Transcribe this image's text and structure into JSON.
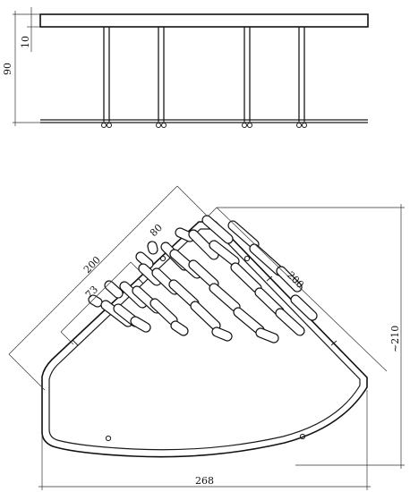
{
  "side_view": {
    "dim_height_label": "90",
    "dim_plate_label": "10"
  },
  "top_view": {
    "dim_left_edge_label": "200",
    "dim_right_edge_label": "200",
    "dim_corner_label": "80",
    "dim_inner_label": "73",
    "dim_width_label": "268",
    "dim_depth_label": "~210"
  },
  "slots": [
    [
      170,
      105,
      171,
      109
    ],
    [
      157,
      117,
      166,
      125
    ],
    [
      122,
      149,
      132,
      158
    ],
    [
      104,
      165,
      109,
      168
    ],
    [
      201,
      90,
      212,
      95
    ],
    [
      185,
      106,
      206,
      127
    ],
    [
      160,
      130,
      175,
      144
    ],
    [
      139,
      150,
      159,
      169
    ],
    [
      118,
      171,
      143,
      190
    ],
    [
      231,
      76,
      255,
      97
    ],
    [
      216,
      92,
      239,
      115
    ],
    [
      195,
      114,
      220,
      136
    ],
    [
      175,
      135,
      195,
      154
    ],
    [
      153,
      155,
      175,
      175
    ],
    [
      132,
      175,
      151,
      190
    ],
    [
      260,
      82,
      284,
      103
    ],
    [
      239,
      104,
      262,
      122
    ],
    [
      216,
      126,
      239,
      147
    ],
    [
      194,
      148,
      217,
      169
    ],
    [
      173,
      169,
      193,
      188
    ],
    [
      151,
      189,
      163,
      196
    ],
    [
      284,
      108,
      312,
      133
    ],
    [
      263,
      129,
      287,
      152
    ],
    [
      239,
      152,
      263,
      173
    ],
    [
      218,
      172,
      241,
      194
    ],
    [
      196,
      194,
      205,
      200
    ],
    [
      314,
      133,
      332,
      151
    ],
    [
      290,
      157,
      312,
      178
    ],
    [
      266,
      179,
      290,
      199
    ],
    [
      242,
      201,
      254,
      206
    ],
    [
      330,
      165,
      349,
      183
    ],
    [
      313,
      180,
      335,
      200
    ],
    [
      291,
      202,
      306,
      208
    ]
  ]
}
